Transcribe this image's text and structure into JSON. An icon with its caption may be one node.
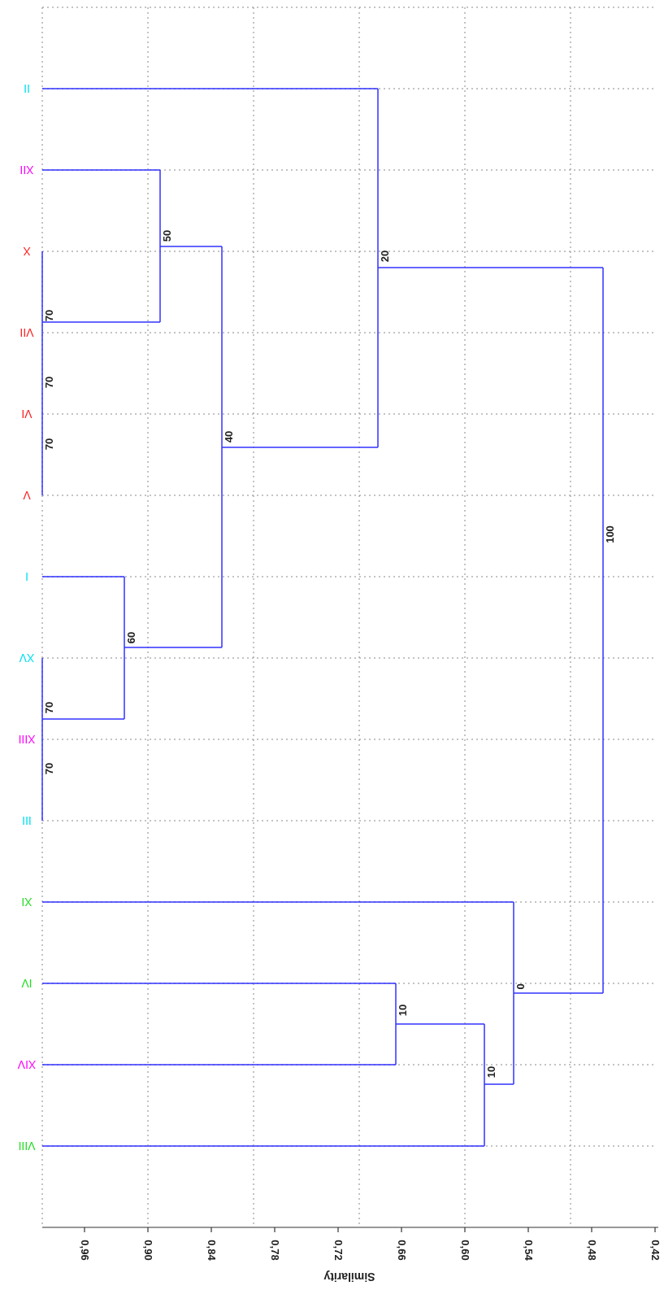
{
  "diagram": {
    "labels": [
      "II",
      "XII",
      "X",
      "VII",
      "VI",
      "V",
      "I",
      "XV",
      "XIII",
      "III",
      "XI",
      "IV",
      "XIV",
      "VIII",
      "50",
      "20",
      "70",
      "70",
      "40",
      "70",
      "100",
      "60",
      "70",
      "70",
      "0",
      "10",
      "10",
      "0,96",
      "0,90",
      "0,84",
      "0,78",
      "0,72",
      "0,66",
      "0,60",
      "0,54",
      "0,48",
      "0,42",
      "Similarity"
    ]
  }
}
